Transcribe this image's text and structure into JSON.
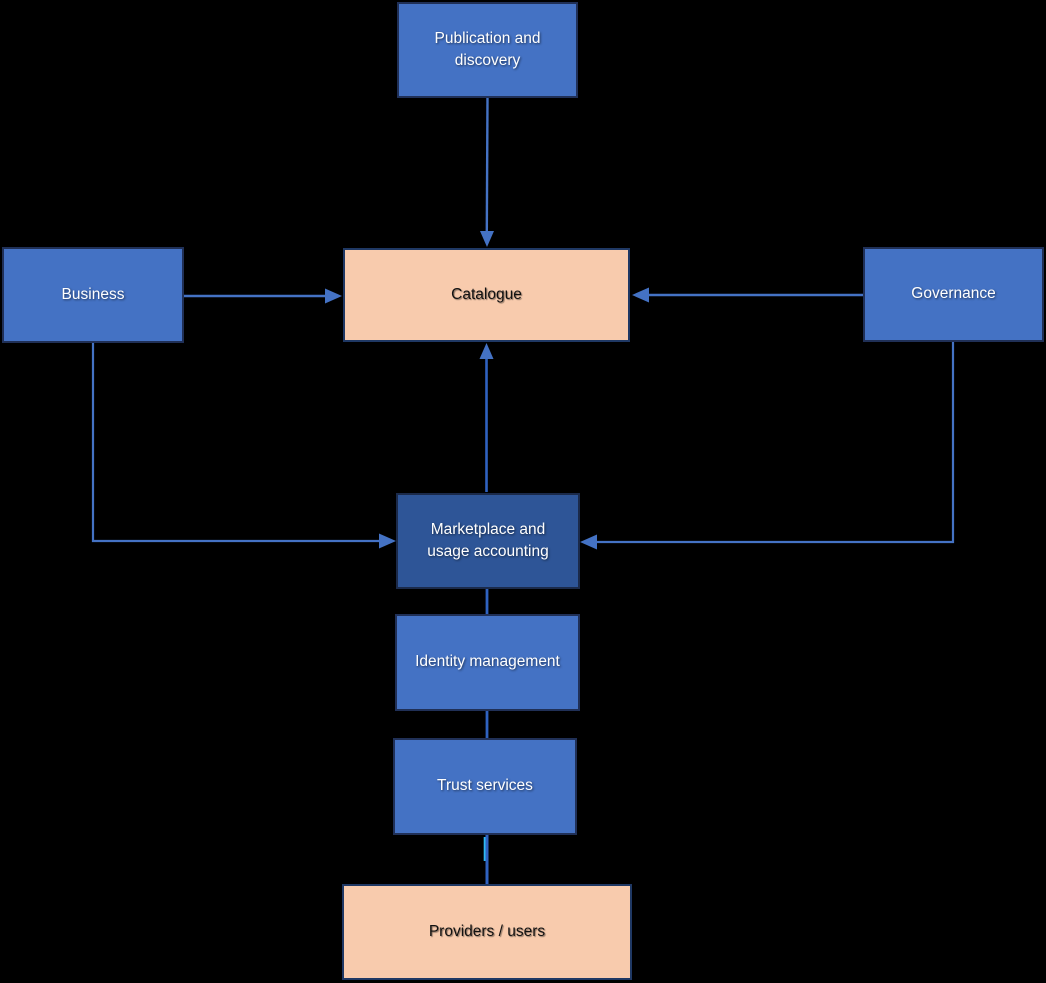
{
  "diagram": {
    "background_color": "#000000",
    "colors": {
      "node_blue_fill": "#4472C4",
      "node_dark_blue_fill": "#2E5597",
      "node_peach_fill": "#F8CBAD",
      "node_border_dark_navy": "#1F3864",
      "connector_blue": "#4472C4",
      "connector_cyan_accent": "#2FB9F2",
      "text_on_blue": "#FFFFFF",
      "text_on_peach": "#111111"
    },
    "nodes": {
      "publication": {
        "label": "Publication and discovery",
        "style": "blue"
      },
      "catalogue": {
        "label": "Catalogue",
        "style": "peach"
      },
      "business": {
        "label": "Business",
        "style": "blue"
      },
      "governance": {
        "label": "Governance",
        "style": "blue"
      },
      "marketplace": {
        "label": "Marketplace and usage accounting",
        "style": "dark-blue"
      },
      "identity": {
        "label": "Identity management",
        "style": "blue"
      },
      "trust": {
        "label": "Trust services",
        "style": "blue"
      },
      "providers": {
        "label": "Providers / users",
        "style": "peach"
      }
    },
    "edges": [
      {
        "from": "Publication and discovery",
        "to": "Catalogue",
        "type": "arrow-down"
      },
      {
        "from": "Business",
        "to": "Catalogue",
        "type": "arrow-right"
      },
      {
        "from": "Governance",
        "to": "Catalogue",
        "type": "arrow-left"
      },
      {
        "from": "Marketplace and usage accounting",
        "to": "Catalogue",
        "type": "arrow-up"
      },
      {
        "from": "Business",
        "to": "Marketplace and usage accounting",
        "type": "elbow-arrow"
      },
      {
        "from": "Governance",
        "to": "Marketplace and usage accounting",
        "type": "elbow-arrow"
      },
      {
        "from": "Marketplace and usage accounting",
        "to": "Identity management",
        "type": "line"
      },
      {
        "from": "Identity management",
        "to": "Trust services",
        "type": "line"
      },
      {
        "from": "Trust services",
        "to": "Providers / users",
        "type": "line"
      }
    ]
  }
}
